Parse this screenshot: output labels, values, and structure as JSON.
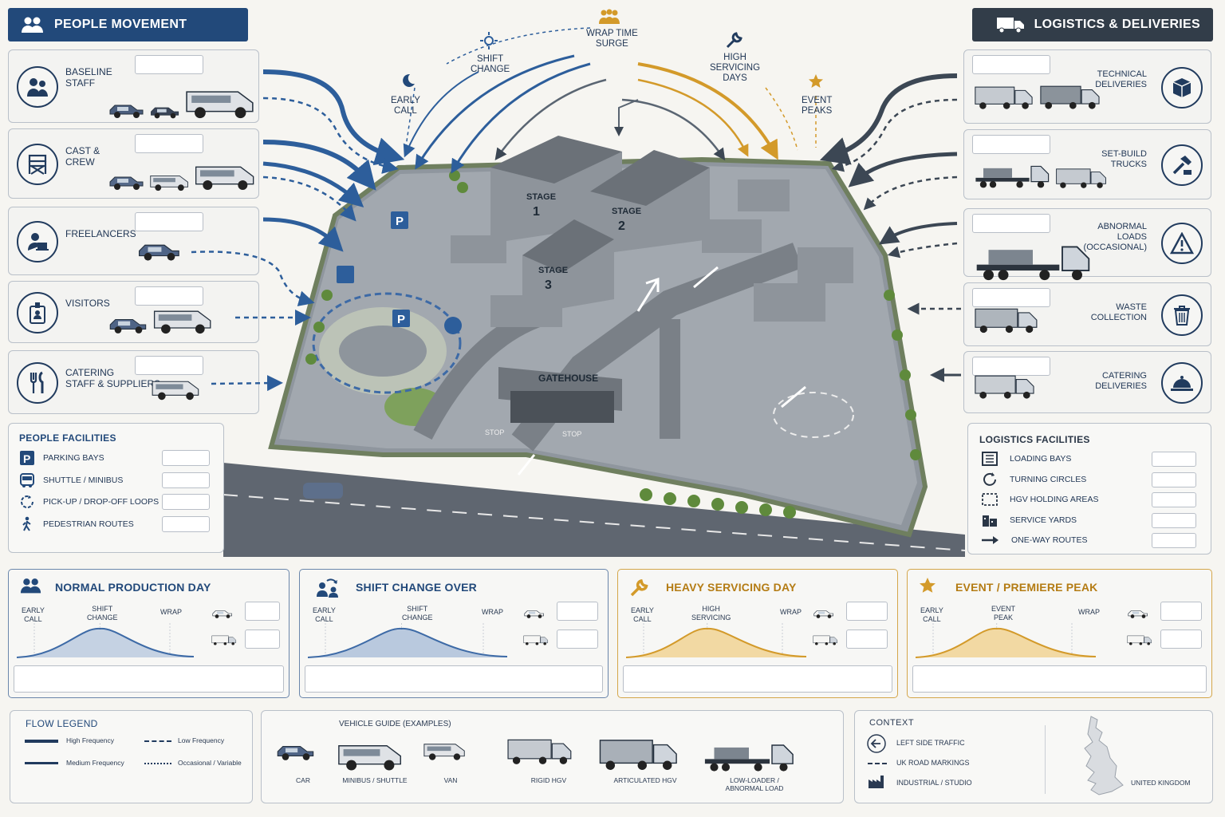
{
  "people_header": "PEOPLE MOVEMENT",
  "logistics_header": "LOGISTICS & DELIVERIES",
  "people_flows": [
    {
      "label": "BASELINE\nSTAFF",
      "icon": "staff-icon"
    },
    {
      "label": "CAST &\nCREW",
      "icon": "directors-chair-icon"
    },
    {
      "label": "FREELANCERS",
      "icon": "freelancer-laptop-icon"
    },
    {
      "label": "VISITORS",
      "icon": "visitor-badge-icon"
    },
    {
      "label": "CATERING\nSTAFF & SUPPLIERS",
      "icon": "cutlery-icon"
    }
  ],
  "logistics_flows": [
    {
      "label": "TECHNICAL\nDELIVERIES",
      "icon": "package-box-icon"
    },
    {
      "label": "SET-BUILD\nTRUCKS",
      "icon": "hammer-icon"
    },
    {
      "label": "ABNORMAL\nLOADS\n(OCCASIONAL)",
      "icon": "warning-triangle-icon"
    },
    {
      "label": "WASTE\nCOLLECTION",
      "icon": "trash-bin-icon"
    },
    {
      "label": "CATERING\nDELIVERIES",
      "icon": "cloche-icon"
    }
  ],
  "time_labels": {
    "early_call": "EARLY\nCALL",
    "shift_change": "SHIFT\nCHANGE",
    "wrap_surge": "WRAP TIME\nSURGE",
    "high_servicing": "HIGH\nSERVICING\nDAYS",
    "event_peaks": "EVENT\nPEAKS"
  },
  "site": {
    "stage1": "STAGE\n1",
    "stage2": "STAGE\n2",
    "stage3": "STAGE\n3",
    "gatehouse": "GATEHOUSE",
    "stop": "STOP",
    "parking": "P"
  },
  "people_facilities": {
    "title": "PEOPLE FACILITIES",
    "items": [
      "PARKING BAYS",
      "SHUTTLE / MINIBUS",
      "PICK-UP / DROP-OFF LOOPS",
      "PEDESTRIAN ROUTES"
    ]
  },
  "logistics_facilities": {
    "title": "LOGISTICS FACILITIES",
    "items": [
      "LOADING BAYS",
      "TURNING CIRCLES",
      "HGV HOLDING AREAS",
      "SERVICE YARDS",
      "ONE-WAY ROUTES"
    ]
  },
  "scenarios": [
    {
      "title": "NORMAL PRODUCTION DAY",
      "t1": "EARLY\nCALL",
      "t2": "SHIFT\nCHANGE",
      "t3": "WRAP"
    },
    {
      "title": "SHIFT CHANGE OVER",
      "t1": "EARLY\nCALL",
      "t2": "SHIFT\nCHANGE",
      "t3": "WRAP"
    },
    {
      "title": "HEAVY SERVICING DAY",
      "t1": "EARLY\nCALL",
      "t2": "HIGH\nSERVICING",
      "t3": "WRAP"
    },
    {
      "title": "EVENT / PREMIERE PEAK",
      "t1": "EARLY\nCALL",
      "t2": "EVENT\nPEAK",
      "t3": "WRAP"
    }
  ],
  "flow_legend": {
    "title": "FLOW LEGEND",
    "high": "High Frequency",
    "medium": "Medium Frequency",
    "low": "Low Frequency",
    "occasional": "Occasional / Variable"
  },
  "vehicle_guide": {
    "title": "VEHICLE GUIDE (EXAMPLES)",
    "items": [
      "CAR",
      "MINIBUS / SHUTTLE",
      "VAN",
      "RIGID HGV",
      "ARTICULATED HGV",
      "LOW-LOADER /\nABNORMAL LOAD"
    ]
  },
  "context": {
    "title": "CONTEXT",
    "items": [
      "LEFT SIDE TRAFFIC",
      "UK ROAD MARKINGS",
      "INDUSTRIAL / STUDIO"
    ],
    "country": "UNITED KINGDOM"
  },
  "colors": {
    "navy": "#22497a",
    "dark": "#323d49",
    "gold": "#d39a2a",
    "blue": "#3d6aa6"
  }
}
